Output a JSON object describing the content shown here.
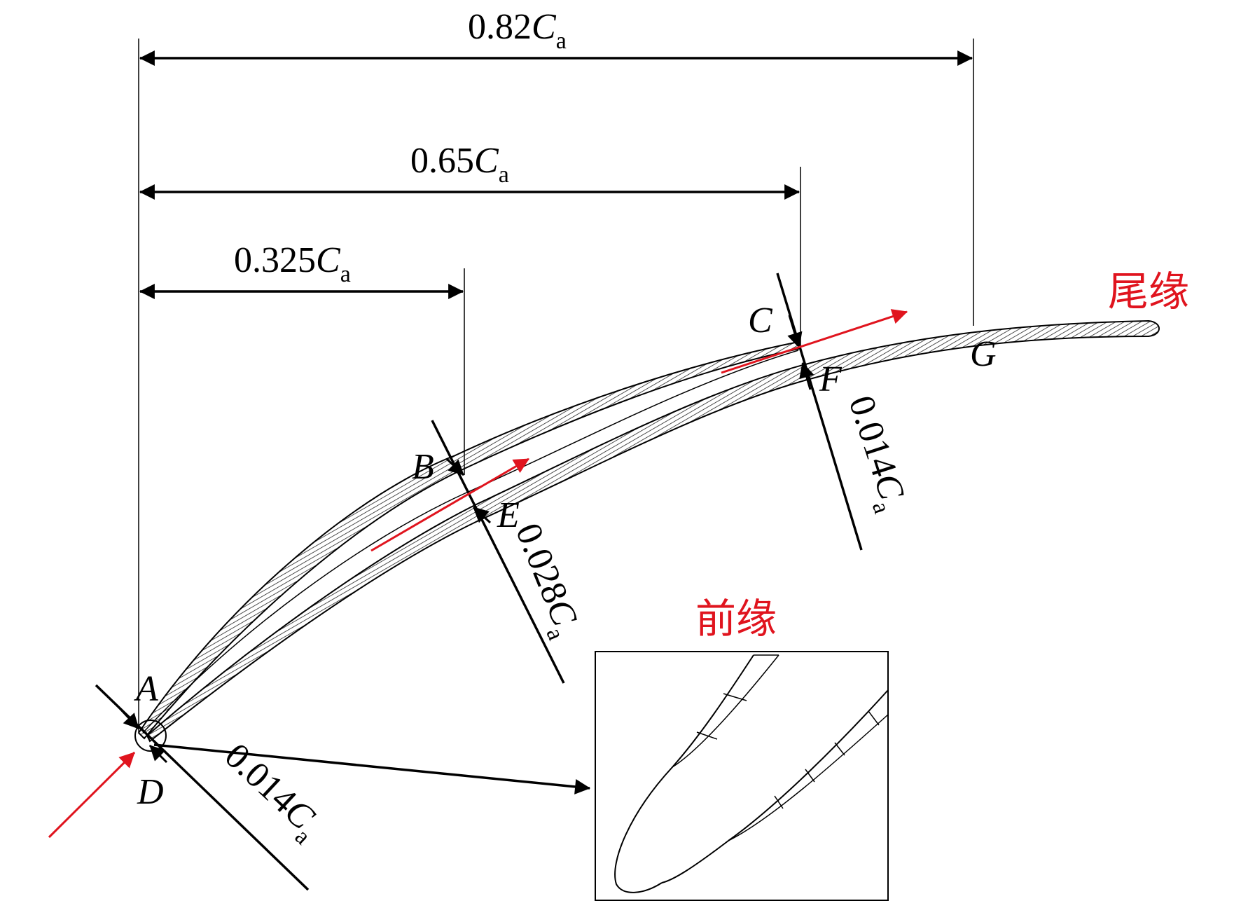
{
  "dimensions": {
    "top": {
      "value": "0.82",
      "symbol": "C",
      "subscript": "a"
    },
    "middle": {
      "value": "0.65",
      "symbol": "C",
      "subscript": "a"
    },
    "lower": {
      "value": "0.325",
      "symbol": "C",
      "subscript": "a"
    },
    "gap_mid": {
      "value": "0.028",
      "symbol": "C",
      "subscript": "a"
    },
    "gap_rear": {
      "value": "0.014",
      "symbol": "C",
      "subscript": "a"
    },
    "gap_front": {
      "value": "0.014",
      "symbol": "C",
      "subscript": "a"
    }
  },
  "points": {
    "A": "A",
    "B": "B",
    "C": "C",
    "D": "D",
    "E": "E",
    "F": "F",
    "G": "G"
  },
  "annotations": {
    "trailing_edge": "尾缘",
    "leading_edge": "前缘"
  },
  "colors": {
    "annotation": "#e0141e",
    "flow_arrow": "#e0141e",
    "ink": "#000000"
  }
}
